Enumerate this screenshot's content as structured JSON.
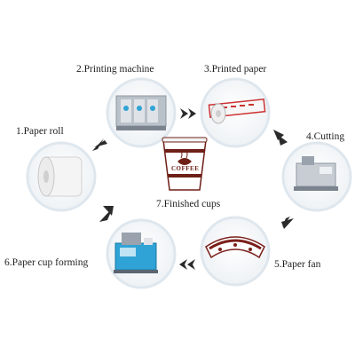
{
  "steps": [
    {
      "label": "1.Paper roll",
      "icon": "paper-roll-icon"
    },
    {
      "label": "2.Printing machine",
      "icon": "printing-machine-icon"
    },
    {
      "label": "3.Printed paper",
      "icon": "printed-paper-icon"
    },
    {
      "label": "4.Cutting",
      "icon": "cutting-machine-icon"
    },
    {
      "label": "5.Paper fan",
      "icon": "paper-fan-icon"
    },
    {
      "label": "6.Paper cup forming",
      "icon": "cup-forming-machine-icon"
    },
    {
      "label": "7.Finished cups",
      "icon": "paper-cup-icon"
    }
  ],
  "cup_text": "COFFEE",
  "colors": {
    "circle_ring": "#dfe7ee",
    "machine_blue": "#2fa3d6",
    "machine_grey": "#9aa3ad",
    "cup_brown": "#6e1f17",
    "arrow": "#2b2b2b"
  }
}
